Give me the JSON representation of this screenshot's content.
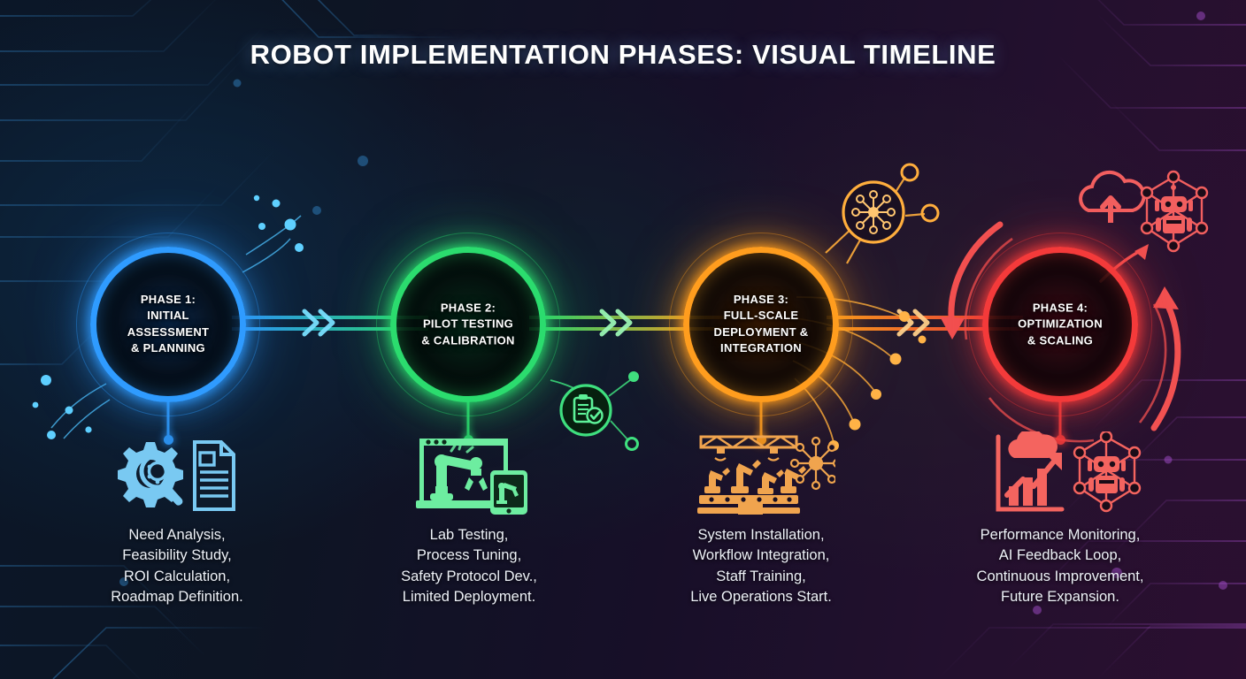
{
  "header": {
    "title": "ROBOT IMPLEMENTATION PHASES: VISUAL TIMELINE"
  },
  "theme": {
    "background_start": "#0b1728",
    "background_end": "#2b0f30",
    "title_color": "#ffffff",
    "caption_color": "#eef2f8"
  },
  "phases": [
    {
      "id": "phase-1",
      "label": "PHASE 1:\nINITIAL\nASSESSMENT\n& PLANNING",
      "caption": "Need Analysis,\nFeasibility Study,\nROI Calculation,\nRoadmap Definition.",
      "color": "#2f9bff",
      "color_light": "#7fd0ff",
      "icons": [
        "gear-magnifier-icon",
        "document-icon"
      ]
    },
    {
      "id": "phase-2",
      "label": "PHASE 2:\nPILOT TESTING\n& CALIBRATION",
      "caption": "Lab Testing,\nProcess Tuning,\nSafety Protocol Dev.,\nLimited Deployment.",
      "color": "#2bdc6e",
      "color_light": "#8ef0ae",
      "icons": [
        "robot-arm-test-chamber-icon",
        "tablet-robot-icon"
      ]
    },
    {
      "id": "phase-3",
      "label": "PHASE 3:\nFULL-SCALE\nDEPLOYMENT &\nINTEGRATION",
      "caption": "System Installation,\nWorkflow Integration,\nStaff Training,\nLive Operations Start.",
      "color": "#ff9d1e",
      "color_light": "#ffc670",
      "icons": [
        "assembly-line-robots-icon",
        "network-hub-icon"
      ]
    },
    {
      "id": "phase-4",
      "label": "PHASE 4:\nOPTIMIZATION\n& SCALING",
      "caption": "Performance Monitoring,\nAI Feedback Loop,\nContinuous Improvement,\nFuture Expansion.",
      "color": "#f43a3a",
      "color_light": "#ff8080",
      "icons": [
        "growth-chart-cloud-icon",
        "networked-robot-icon"
      ]
    }
  ],
  "connectors": [
    {
      "id": "connector-1-2",
      "from": "phase-1",
      "to": "phase-2",
      "glyph": "chevron-double-right-icon"
    },
    {
      "id": "connector-2-3",
      "from": "phase-2",
      "to": "phase-3",
      "glyph": "chevron-double-right-icon"
    },
    {
      "id": "connector-3-4",
      "from": "phase-3",
      "to": "phase-4",
      "glyph": "chevron-double-right-icon"
    }
  ],
  "decorations": [
    {
      "id": "deco-particles-blue",
      "name": "particle-nodes-cluster"
    },
    {
      "id": "deco-clipboard-check",
      "name": "clipboard-check-icon"
    },
    {
      "id": "deco-network-hub",
      "name": "network-hub-node-icon"
    },
    {
      "id": "deco-cloud-upload",
      "name": "cloud-upload-icon"
    },
    {
      "id": "deco-robot-network",
      "name": "networked-robot-icon"
    },
    {
      "id": "deco-feedback-loop",
      "name": "feedback-loop-arrows"
    }
  ]
}
